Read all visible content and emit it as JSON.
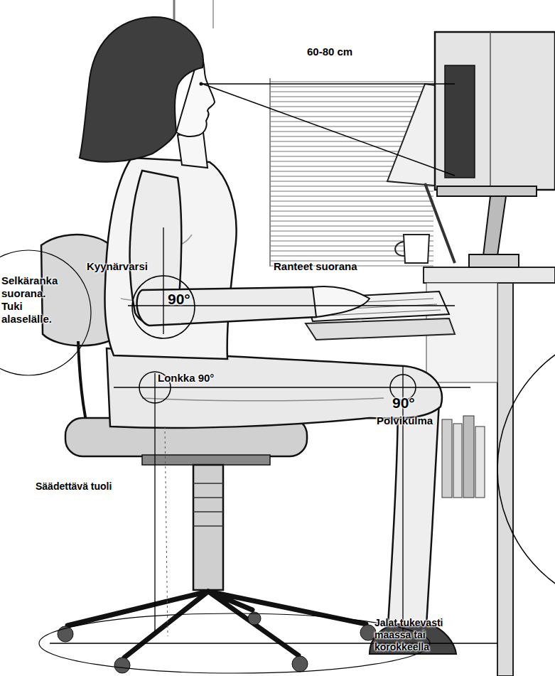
{
  "diagram": {
    "labels": [
      "60-80 cm",
      "Ranteet suorana",
      "Kyynärvarsi",
      "90°",
      "Selkäranka suorana. Tuki alaselälle.",
      "Lonkka 90°",
      "90°",
      "Polvikulma",
      "Säädettävä tuoli",
      "Jalat tukevasti maassa tai korokkeella"
    ]
  }
}
